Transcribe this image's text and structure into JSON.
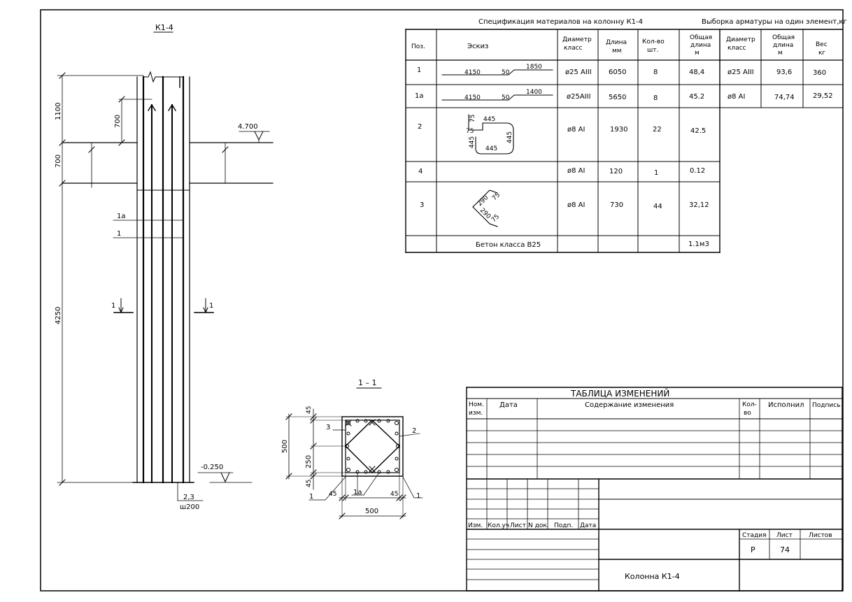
{
  "elevation": {
    "title": "К1-4",
    "dim_1100": "1100",
    "dim_700a": "700",
    "dim_700b": "700",
    "dim_4250": "4250",
    "level_top": "4.700",
    "level_bottom": "-0.250",
    "label_1a": "1а",
    "label_1": "1",
    "cut_left": "1",
    "cut_right": "1",
    "stirrup_line1": "2,3",
    "stirrup_line2": "ш200"
  },
  "section": {
    "title": "1 – 1",
    "dim_45_top": "45",
    "dim_500_v": "500",
    "dim_250": "250",
    "dim_45_bottom": "45",
    "dim_45_left": "45",
    "dim_45_right": "45",
    "dim_500_h": "500",
    "callout_3": "3",
    "callout_2": "2",
    "callout_1_left": "1",
    "callout_1a": "1а",
    "callout_1_right": "1"
  },
  "spec": {
    "title": "Спецификация материалов на колонну К1-4",
    "sample_title": "Выборка арматуры на один элемент,кг",
    "headers": {
      "pos": "Поз.",
      "sketch": "Эскиз",
      "diam": [
        "Диаметр",
        "класс"
      ],
      "len": [
        "Длина",
        "мм"
      ],
      "qty": [
        "Кол-во",
        "шт."
      ],
      "total": [
        "Общая",
        "длина",
        "м"
      ],
      "s_diam": [
        "Диаметр",
        "класс"
      ],
      "s_total": [
        "Общая",
        "длина",
        "м"
      ],
      "s_weight": [
        "Вес",
        "кг"
      ]
    },
    "rows": [
      {
        "pos": "1",
        "diam": "ø25 AIII",
        "len": "6050",
        "qty": "8",
        "total": "48,4",
        "s_diam": "ø25 AIII",
        "s_total": "93,6",
        "s_weight": "360",
        "sk_a": "4150",
        "sk_b": "50",
        "sk_c": "1850"
      },
      {
        "pos": "1а",
        "diam": "ø25AIII",
        "len": "5650",
        "qty": "8",
        "total": "45.2",
        "s_diam": "ø8 AI",
        "s_total": "74,74",
        "s_weight": "29,52",
        "sk_a": "4150",
        "sk_b": "50",
        "sk_c": "1400"
      },
      {
        "pos": "2",
        "diam": "ø8 AI",
        "len": "1930",
        "qty": "22",
        "total": "42.5",
        "sk_a": "75",
        "sk_b": "445",
        "sk_c": "75",
        "sk_d": "445",
        "sk_e": "445",
        "sk_f": "445"
      },
      {
        "pos": "4",
        "diam": "ø8 AI",
        "len": "120",
        "qty": "1",
        "total": "0.12"
      },
      {
        "pos": "3",
        "diam": "ø8 AI",
        "len": "730",
        "qty": "44",
        "total": "32,12",
        "sk_a": "290",
        "sk_b": "75",
        "sk_c": "290",
        "sk_d": "75"
      }
    ],
    "concrete": {
      "label": "Бетон класса В25",
      "total": "1.1м3"
    }
  },
  "changes": {
    "title": "ТАБЛИЦА ИЗМЕНЕНИЙ",
    "headers": {
      "num": [
        "Ном.",
        "изм."
      ],
      "date": "Дата",
      "content": "Содержание изменения",
      "qty": [
        "Кол-",
        "во"
      ],
      "executed": "Исполнил",
      "sign": "Подпись"
    }
  },
  "stamp": {
    "cols": [
      "Изм.",
      "Кол.уч",
      "Лист",
      "N док.",
      "Подп.",
      "Дата"
    ],
    "stage_label": "Стадия",
    "sheet_label": "Лист",
    "sheets_label": "Листов",
    "stage": "Р",
    "sheet": "74",
    "sheets": "",
    "name": "Колонна К1-4"
  }
}
